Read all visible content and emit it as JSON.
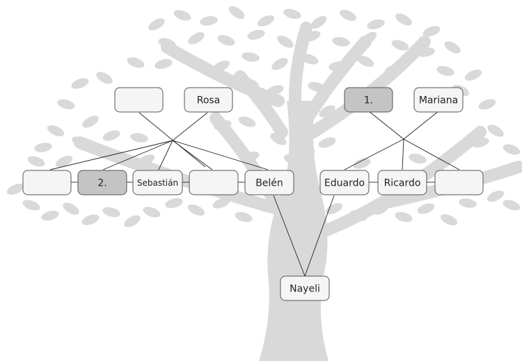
{
  "family_tree": {
    "nodes": {
      "gp_left_1": {
        "label": "",
        "shaded": false
      },
      "gp_rosa": {
        "label": "Rosa",
        "shaded": false
      },
      "gp_right_1": {
        "label": "1.",
        "shaded": true
      },
      "gp_mariana": {
        "label": "Mariana",
        "shaded": false
      },
      "p_left_blank": {
        "label": "",
        "shaded": false
      },
      "p_2": {
        "label": "2.",
        "shaded": true
      },
      "p_sebastian": {
        "label": "Sebastián",
        "shaded": false
      },
      "p_mid_blank": {
        "label": "",
        "shaded": false
      },
      "p_belen": {
        "label": "Belén",
        "shaded": false
      },
      "p_eduardo": {
        "label": "Eduardo",
        "shaded": false
      },
      "p_ricardo": {
        "label": "Ricardo",
        "shaded": false
      },
      "p_right_blank": {
        "label": "",
        "shaded": false
      },
      "child_nayeli": {
        "label": "Nayeli",
        "shaded": false
      }
    },
    "colors": {
      "tree": "#d9d9d9",
      "box_fill": "#f5f5f5",
      "box_shaded": "#c4c4c4",
      "box_border": "#555555",
      "line": "#222222"
    }
  }
}
